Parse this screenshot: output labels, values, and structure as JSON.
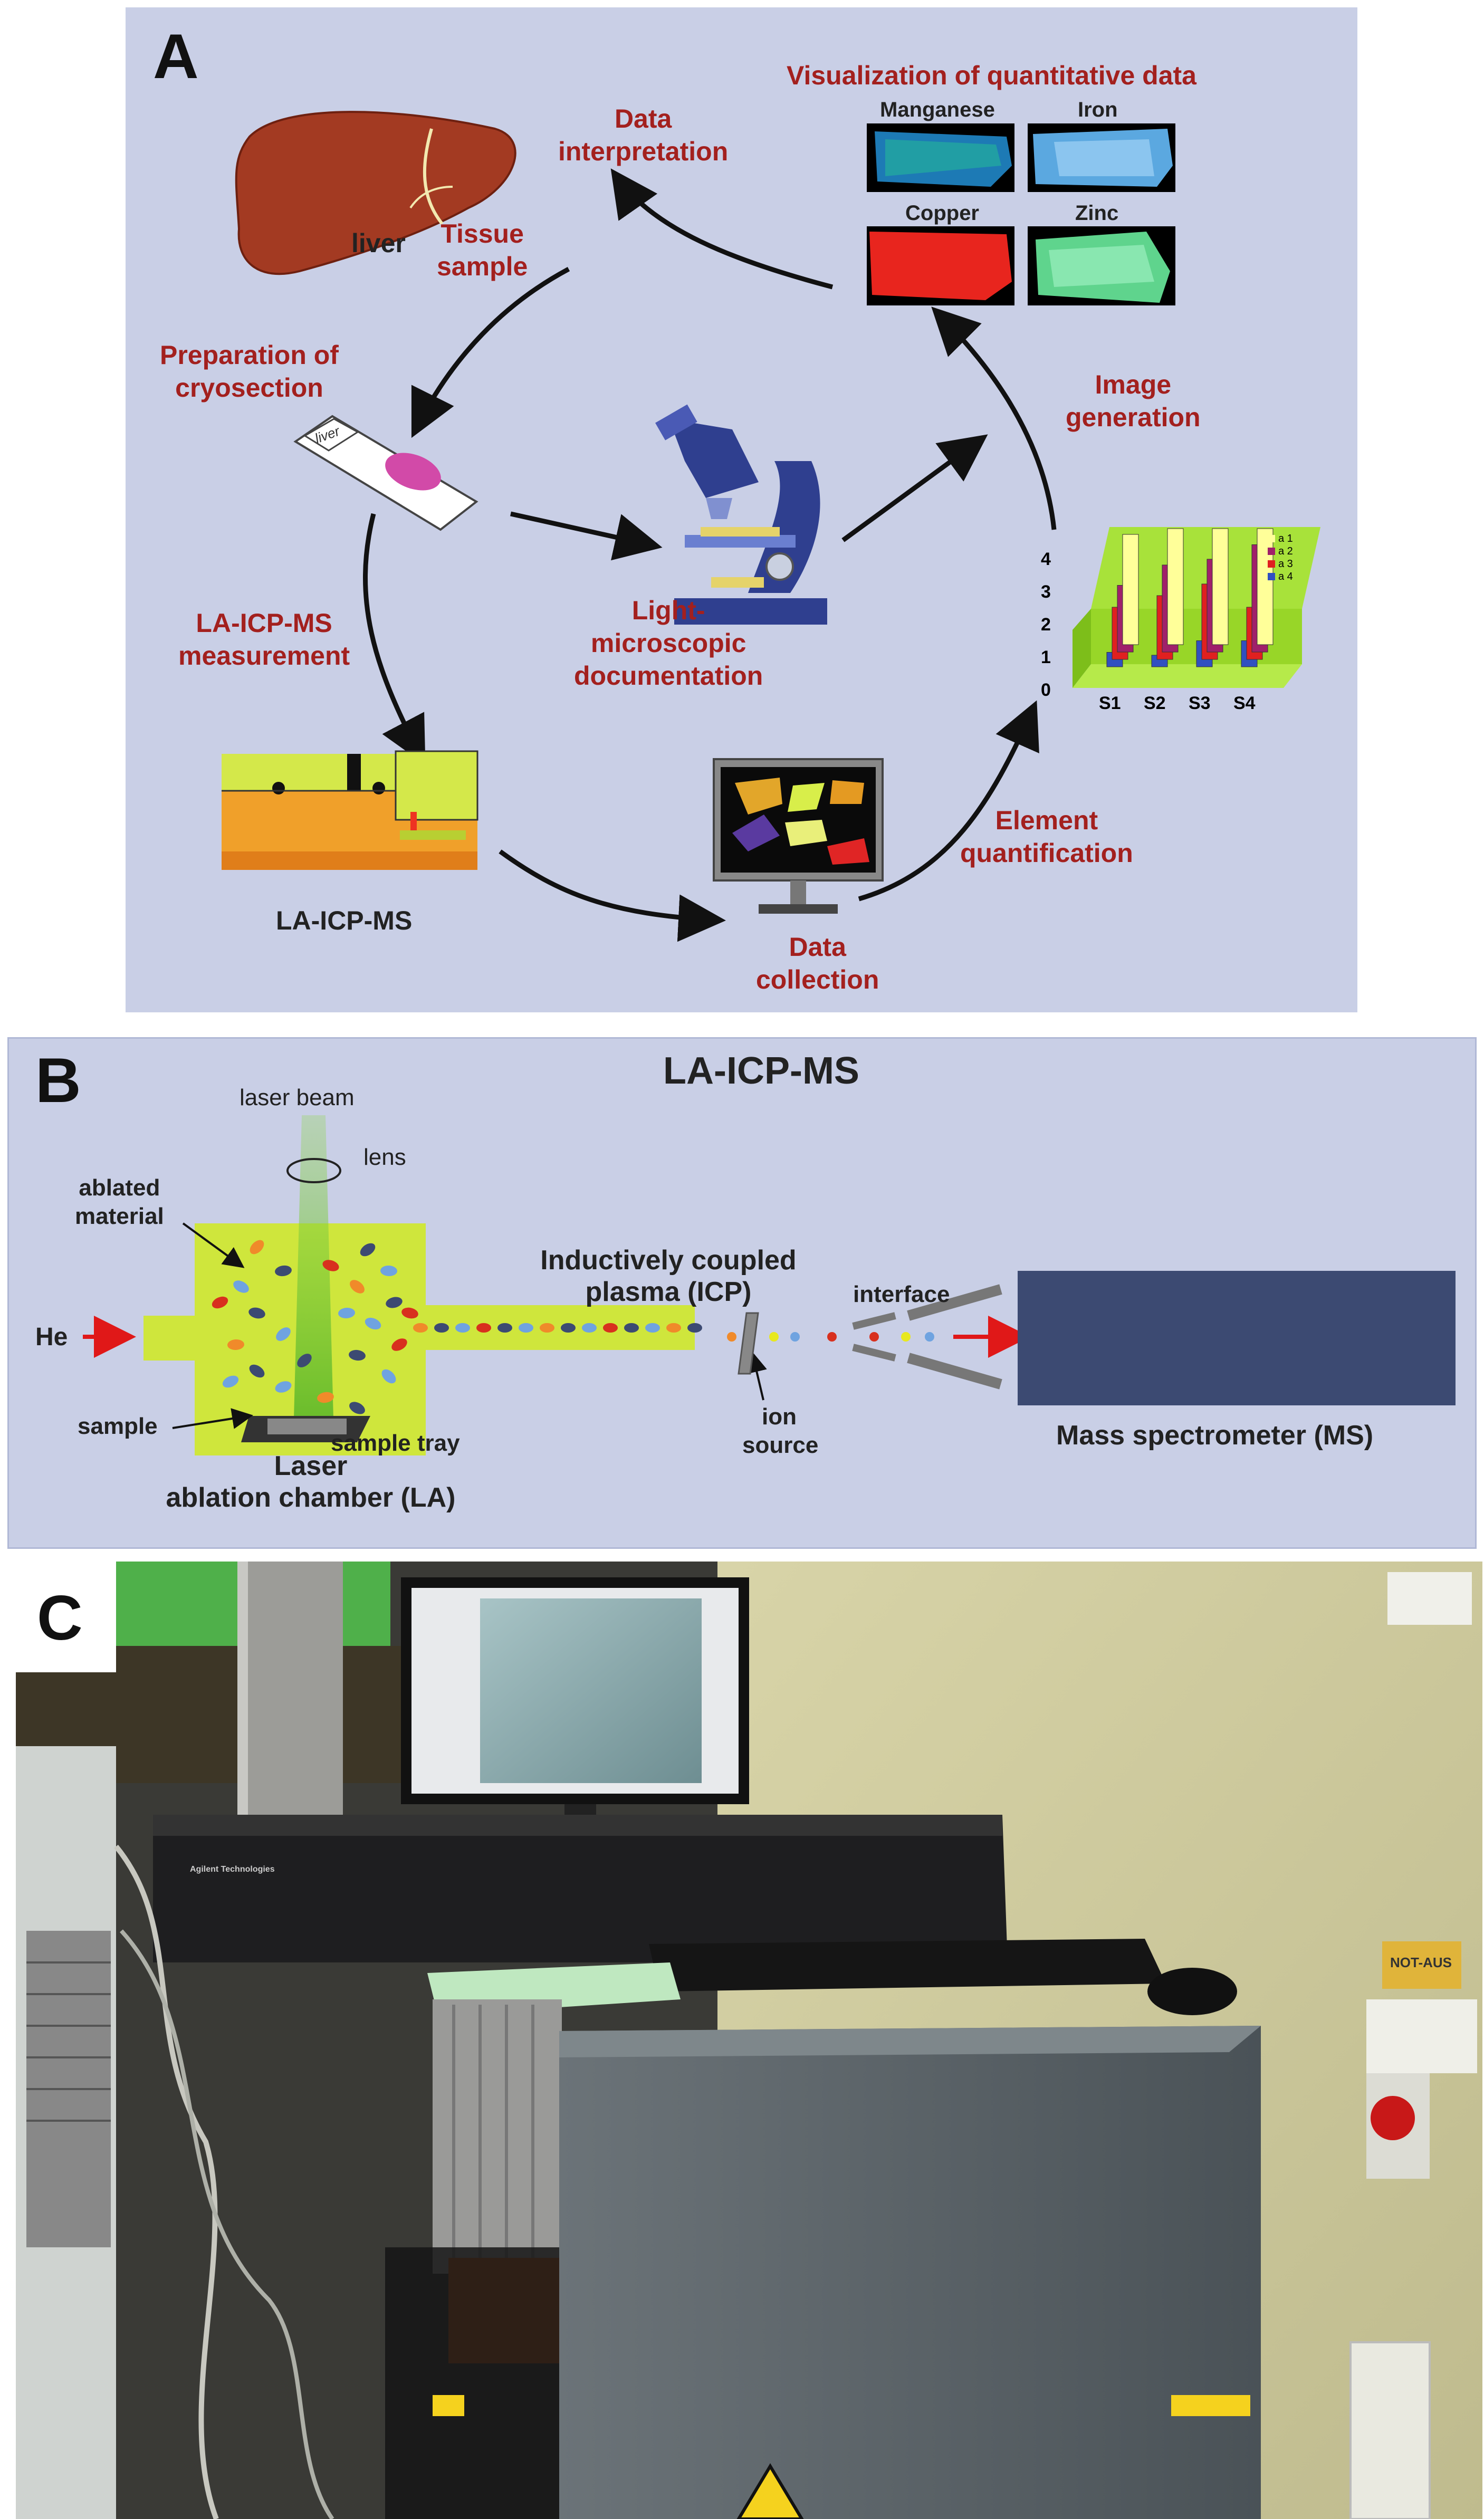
{
  "panel_a": {
    "letter": "A",
    "liver_label": "liver",
    "tissue_sample": [
      "Tissue",
      "sample"
    ],
    "data_interpretation": [
      "Data",
      "interpretation"
    ],
    "visualization_title": "Visualization of quantitative data",
    "elements": [
      "Manganese",
      "Iron",
      "Copper",
      "Zinc"
    ],
    "preparation": [
      "Preparation of",
      "cryosection"
    ],
    "image_generation": [
      "Image",
      "generation"
    ],
    "light_microscopic": [
      "Light-",
      "microscopic",
      "documentation"
    ],
    "la_icp_ms_measurement": [
      "LA-ICP-MS",
      "measurement"
    ],
    "instrument_label": "LA-ICP-MS",
    "data_collection": [
      "Data",
      "collection"
    ],
    "element_quantification": [
      "Element",
      "quantification"
    ],
    "slide_text": "liver",
    "chart": {
      "categories": [
        "S1",
        "S2",
        "S3",
        "S4"
      ],
      "yticks": [
        "0",
        "1",
        "2",
        "3",
        "4"
      ],
      "legend": [
        "a 1",
        "a 2",
        "a 3",
        "a 4"
      ],
      "series_colors": [
        "#ffff99",
        "#a0206a",
        "#e02020",
        "#3050c0"
      ]
    }
  },
  "panel_b": {
    "letter": "B",
    "title": "LA-ICP-MS",
    "laser_beam": "laser beam",
    "lens": "lens",
    "ablated_material": [
      "ablated",
      "material"
    ],
    "he": "He",
    "sample": "sample",
    "sample_tray": "sample tray",
    "chamber": [
      "Laser",
      "ablation chamber (LA)"
    ],
    "icp": [
      "Inductively coupled",
      "plasma (ICP)"
    ],
    "interface": "interface",
    "ion_source": [
      "ion",
      "source"
    ],
    "ms": "Mass spectrometer (MS)"
  },
  "panel_c": {
    "letter": "C",
    "brand": "Agilent Technologies",
    "not_aus": "NOT-AUS"
  },
  "colors": {
    "panel_bg": "#c9cfe6",
    "label_red": "#a3201e",
    "chamber_green": "#cfe63c",
    "ms_blue": "#3c4a72"
  }
}
